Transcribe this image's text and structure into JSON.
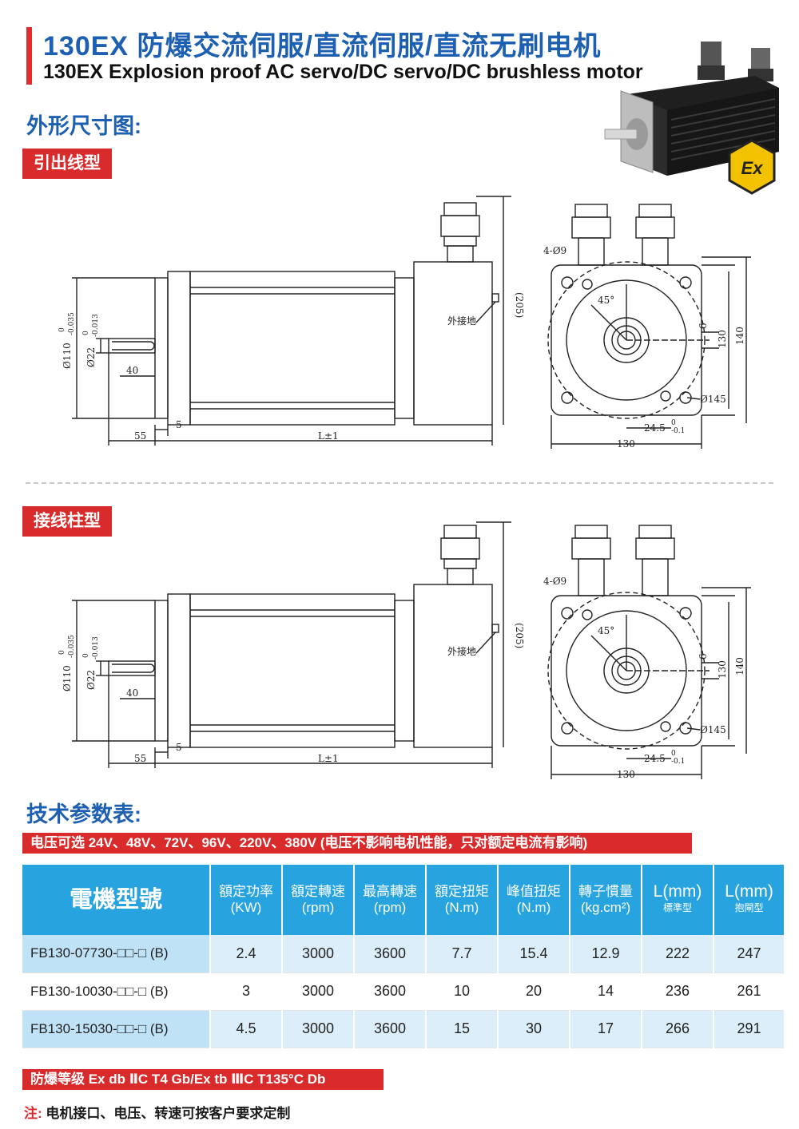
{
  "header": {
    "title_cn": "130EX 防爆交流伺服/直流伺服/直流无刷电机",
    "title_en": "130EX Explosion proof AC servo/DC servo/DC brushless motor"
  },
  "dimensions_section": {
    "heading": "外形尺寸图:",
    "variant_a_label": "引出线型",
    "variant_b_label": "接线柱型"
  },
  "ex_logo_text": "Ex",
  "drawing_labels": {
    "d110": "Ø110",
    "d110_tol_top": "0",
    "d110_tol_bot": "-0.035",
    "d22": "Ø22",
    "d22_tol_top": "0",
    "d22_tol_bot": "-0.013",
    "len40": "40",
    "len55": "55",
    "len5": "5",
    "lenL": "L±1",
    "height205": "(205)",
    "ground": "外接地",
    "holes": "4-Ø9",
    "angle": "45°",
    "key6": "6",
    "sq130v": "130",
    "sq140": "140",
    "pcd145": "Ø145",
    "shaft245": "24.5",
    "shaft245_tol_top": "0",
    "shaft245_tol_bot": "-0.1",
    "sq130h": "130"
  },
  "tech_section": {
    "heading": "技术参数表:",
    "voltage_note": "电压可选 24V、48V、72V、96V、220V、380V (电压不影响电机性能，只对额定电流有影响)"
  },
  "table": {
    "header": {
      "model": "電機型號",
      "power": "額定功率",
      "power_unit": "(KW)",
      "rated_speed": "額定轉速",
      "rated_speed_unit": "(rpm)",
      "max_speed": "最高轉速",
      "max_speed_unit": "(rpm)",
      "rated_torque": "額定扭矩",
      "rated_torque_unit": "(N.m)",
      "peak_torque": "峰值扭矩",
      "peak_torque_unit": "(N.m)",
      "inertia": "轉子慣量",
      "inertia_unit": "(kg.cm²)",
      "len_std": "L(mm)",
      "len_std_sub": "標準型",
      "len_brake": "L(mm)",
      "len_brake_sub": "抱閘型"
    },
    "rows": [
      {
        "model": "FB130-07730-□□-□ (B)",
        "power": "2.4",
        "rated_speed": "3000",
        "max_speed": "3600",
        "rated_torque": "7.7",
        "peak_torque": "15.4",
        "inertia": "12.9",
        "len_std": "222",
        "len_brake": "247"
      },
      {
        "model": "FB130-10030-□□-□ (B)",
        "power": "3",
        "rated_speed": "3000",
        "max_speed": "3600",
        "rated_torque": "10",
        "peak_torque": "20",
        "inertia": "14",
        "len_std": "236",
        "len_brake": "261"
      },
      {
        "model": "FB130-15030-□□-□ (B)",
        "power": "4.5",
        "rated_speed": "3000",
        "max_speed": "3600",
        "rated_torque": "15",
        "peak_torque": "30",
        "inertia": "17",
        "len_std": "266",
        "len_brake": "291"
      }
    ]
  },
  "footer": {
    "proof_grade": "防爆等级   Ex db ⅡC T4 Gb/Ex tb ⅢC T135°C Db",
    "note_prefix": "注:",
    "note_text": " 电机接口、电压、转速可按客户要求定制"
  },
  "colors": {
    "brand_blue": "#1d5fb0",
    "accent_red": "#d92b2b",
    "table_header": "#27a4e0",
    "table_alt": "#dceefa",
    "ex_yellow": "#f2c200"
  }
}
